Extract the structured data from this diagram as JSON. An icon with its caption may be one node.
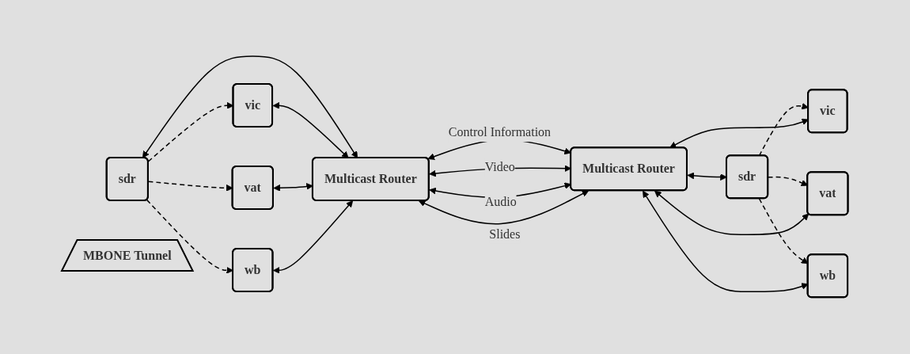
{
  "diagram": {
    "nodes": [
      {
        "text": [
          "sdr"
        ]
      },
      {
        "text": [
          "vic"
        ]
      },
      {
        "text": [
          "vat"
        ]
      },
      {
        "text": [
          "wb"
        ]
      },
      {
        "text": [
          "Multicast Router"
        ]
      },
      {
        "text": [
          "MBONE Tunnel"
        ]
      },
      {
        "text": [
          "Multicast Router"
        ]
      },
      {
        "text": [
          "sdr"
        ]
      },
      {
        "text": [
          "vic"
        ]
      },
      {
        "text": [
          "vat"
        ]
      },
      {
        "text": [
          "wb"
        ]
      }
    ],
    "edges": [
      {
        "from": 0,
        "to": 4,
        "arrow": "both"
      },
      {
        "from": 0,
        "to": 1,
        "arrow": "to",
        "style": "dashed"
      },
      {
        "from": 0,
        "to": 2,
        "arrow": "to",
        "style": "dashed"
      },
      {
        "from": 0,
        "to": 3,
        "arrow": "to",
        "style": "dashed"
      },
      {
        "from": 1,
        "to": 4,
        "arrow": "both"
      },
      {
        "from": 2,
        "to": 4,
        "arrow": "both"
      },
      {
        "from": 3,
        "to": 4,
        "arrow": "both"
      },
      {
        "from": 4,
        "to": 6,
        "label": "Control Information",
        "arrow": "both"
      },
      {
        "from": 4,
        "to": 6,
        "label": "Video",
        "arrow": "both"
      },
      {
        "from": 4,
        "to": 6,
        "label": "Audio",
        "arrow": "both"
      },
      {
        "from": 4,
        "to": 6,
        "label": "Slides",
        "arrow": "both"
      },
      {
        "from": 6,
        "to": 7,
        "arrow": "both"
      },
      {
        "from": 7,
        "to": 8,
        "arrow": "to",
        "style": "dashed"
      },
      {
        "from": 7,
        "to": 9,
        "arrow": "to",
        "style": "dashed"
      },
      {
        "from": 7,
        "to": 10,
        "arrow": "to",
        "style": "dashed"
      },
      {
        "from": 6,
        "to": 8,
        "arrow": "both"
      },
      {
        "from": 6,
        "to": 9,
        "arrow": "both"
      },
      {
        "from": 6,
        "to": 10,
        "arrow": "both"
      }
    ]
  }
}
